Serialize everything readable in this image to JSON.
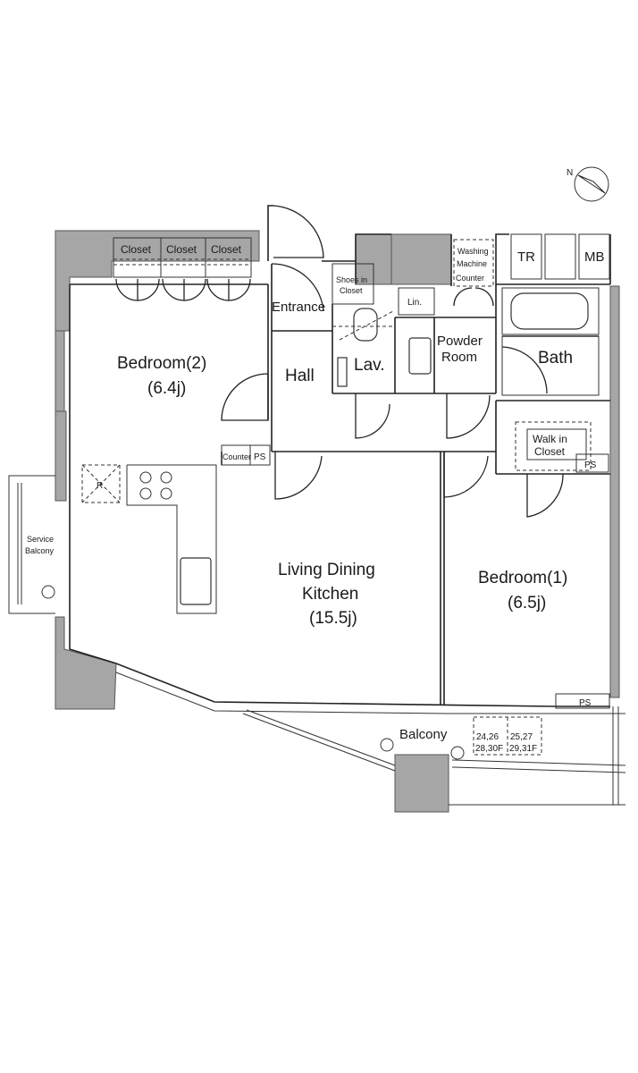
{
  "compass": {
    "north_label": "N"
  },
  "rooms": {
    "bedroom2": {
      "name": "Bedroom(2)",
      "size": "(6.4j)"
    },
    "bedroom1": {
      "name": "Bedroom(1)",
      "size": "(6.5j)"
    },
    "ldk": {
      "line1": "Living Dining",
      "line2": "Kitchen",
      "size": "(15.5j)"
    },
    "hall": "Hall",
    "entrance": "Entrance",
    "lav": "Lav.",
    "powder_room": {
      "line1": "Powder",
      "line2": "Room"
    },
    "bath": "Bath",
    "balcony": "Balcony",
    "service_balcony": {
      "line1": "Service",
      "line2": "Balcony"
    }
  },
  "labels": {
    "closet_1": "Closet",
    "closet_2": "Closet",
    "closet_3": "Closet",
    "shoes_in_closet": {
      "line1": "Shoes in",
      "line2": "Closet"
    },
    "washing_machine": {
      "line1": "Washing",
      "line2": "Machine"
    },
    "counter_top": "Counter",
    "lin": "Lin.",
    "tr": "TR",
    "mb": "MB",
    "walk_in_closet": {
      "line1": "Walk in",
      "line2": "Closet"
    },
    "ps_walkin": "PS",
    "ps_kitchen": "PS",
    "ps_corner": "PS",
    "counter_kitchen": "Counter",
    "refrigerator": "R"
  },
  "aircon": [
    {
      "line1": "24,26",
      "line2": "28,30F"
    },
    {
      "line1": "25,27",
      "line2": "29,31F"
    }
  ]
}
